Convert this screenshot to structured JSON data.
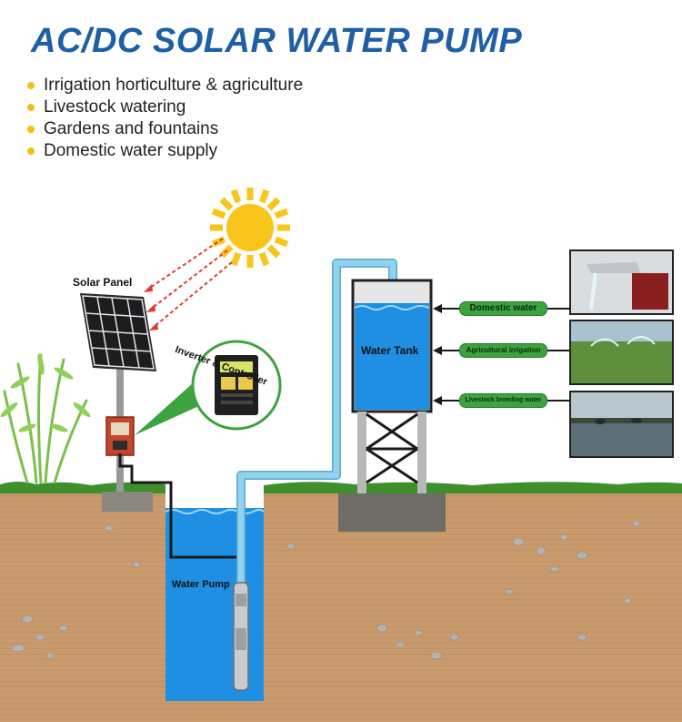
{
  "header": {
    "title": "AC/DC SOLAR WATER PUMP",
    "bullets": [
      "Irrigation horticulture & agriculture",
      "Livestock watering",
      "Gardens and fountains",
      "Domestic water supply"
    ]
  },
  "labels": {
    "solar_panel": "Solar Panel",
    "inverter": "Inverter & Controller",
    "water_tank": "Water Tank",
    "water_pump": "Water Pump"
  },
  "uses": {
    "domestic": "Domestic water",
    "agricultural": "Agricultural irrigation",
    "livestock": "Livestock breeding water"
  },
  "colors": {
    "title": "#1f5fa6",
    "water": "#1e8fe3",
    "pipe": "#8fd3ee",
    "soil": "#c99a6c",
    "grass": "#3f8f2c",
    "sun": "#f7c51c",
    "pill": "#3da33f"
  }
}
